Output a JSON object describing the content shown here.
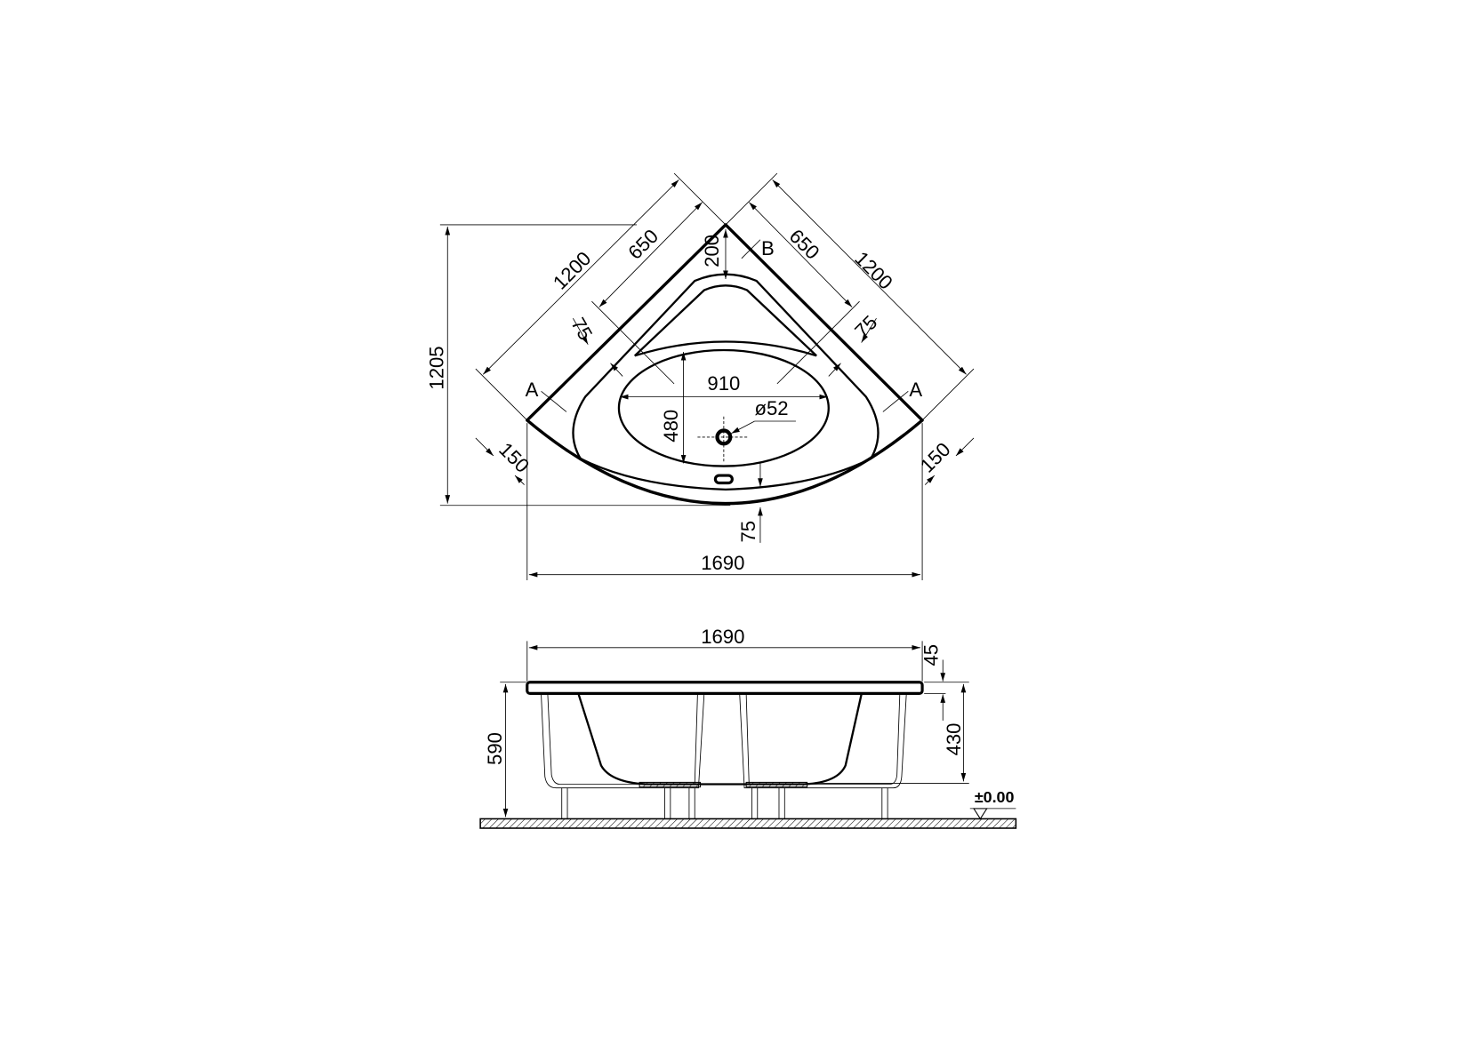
{
  "drawing": {
    "colors": {
      "line": "#000000",
      "background": "#ffffff"
    },
    "top_view": {
      "overall_depth": "1205",
      "side_length_left": "1200",
      "side_length_right": "1200",
      "offset_left": "650",
      "offset_right": "650",
      "rim_left": "75",
      "rim_right": "75",
      "rim_bottom": "75",
      "rim_top": "200",
      "basin_width": "910",
      "basin_depth": "480",
      "drain_diameter": "ø52",
      "corner_left": "150",
      "corner_right": "150",
      "overall_width": "1690",
      "section_a_left": "A",
      "section_a_right": "A",
      "section_b": "B"
    },
    "side_view": {
      "overall_width": "1690",
      "rim_thickness": "45",
      "total_height": "590",
      "tub_depth": "430",
      "floor_level": "±0.00"
    }
  }
}
